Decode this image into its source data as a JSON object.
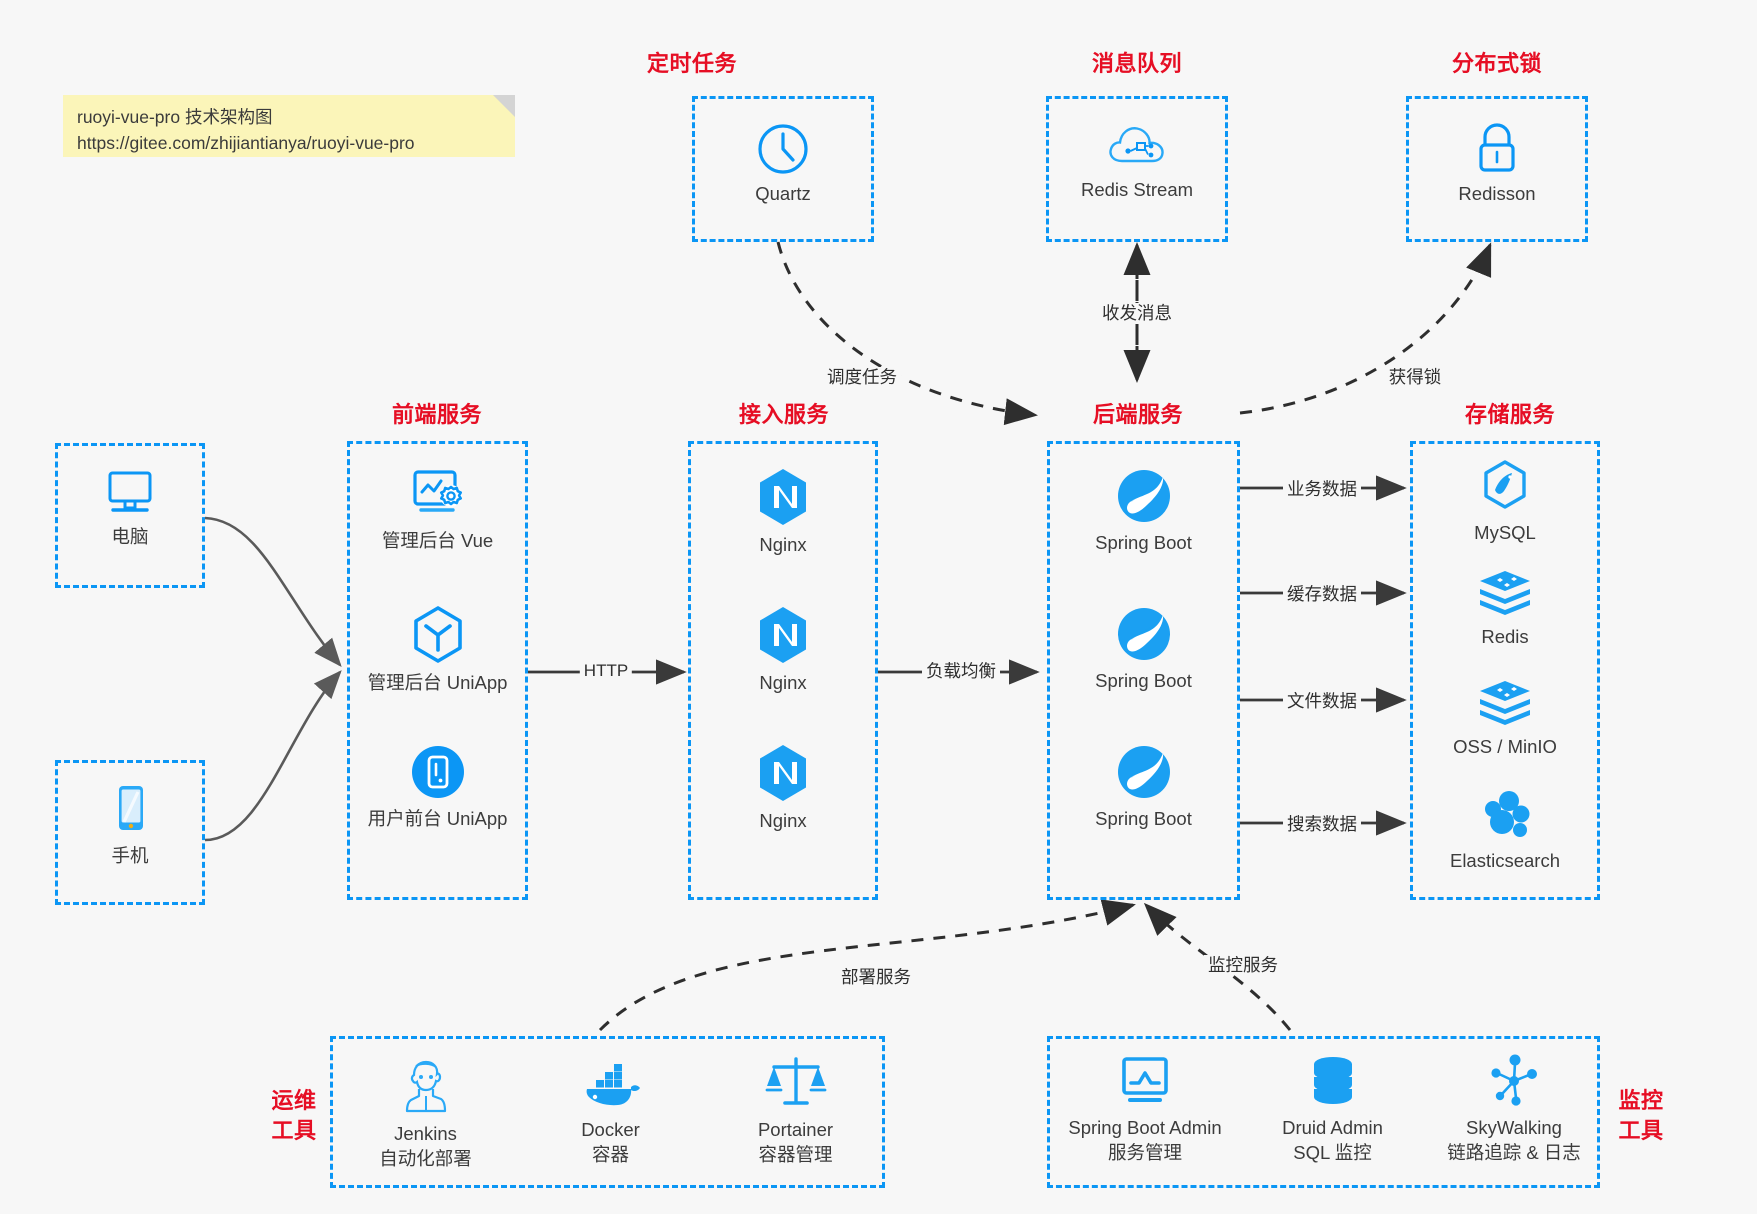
{
  "note": {
    "line1": "ruoyi-vue-pro 技术架构图",
    "line2": "https://gitee.com/zhijiantianya/ruoyi-vue-pro"
  },
  "colors": {
    "box_border": "#0b96f5",
    "group_title": "#e60e24",
    "icon_blue": "#0b96f5",
    "background": "#f7f7f7",
    "note_bg": "#fbf5b9",
    "edge": "#3a3a3a"
  },
  "groups": {
    "scheduler": {
      "title": "定时任务",
      "nodes": [
        {
          "label": "Quartz",
          "icon": "clock-icon"
        }
      ]
    },
    "message_queue": {
      "title": "消息队列",
      "nodes": [
        {
          "label": "Redis Stream",
          "icon": "cloud-stream-icon"
        }
      ]
    },
    "distributed_lock": {
      "title": "分布式锁",
      "nodes": [
        {
          "label": "Redisson",
          "icon": "lock-icon"
        }
      ]
    },
    "client_pc": {
      "nodes": [
        {
          "label": "电脑",
          "icon": "desktop-icon"
        }
      ]
    },
    "client_mobile": {
      "nodes": [
        {
          "label": "手机",
          "icon": "phone-icon"
        }
      ]
    },
    "frontend": {
      "title": "前端服务",
      "nodes": [
        {
          "label": "管理后台 Vue",
          "icon": "dashboard-gear-icon"
        },
        {
          "label": "管理后台 UniApp",
          "icon": "cube-icon"
        },
        {
          "label": "用户前台 UniApp",
          "icon": "mobile-circle-icon"
        }
      ]
    },
    "gateway": {
      "title": "接入服务",
      "nodes": [
        {
          "label": "Nginx",
          "icon": "nginx-icon"
        },
        {
          "label": "Nginx",
          "icon": "nginx-icon"
        },
        {
          "label": "Nginx",
          "icon": "nginx-icon"
        }
      ]
    },
    "backend": {
      "title": "后端服务",
      "nodes": [
        {
          "label": "Spring Boot",
          "icon": "spring-boot-icon"
        },
        {
          "label": "Spring Boot",
          "icon": "spring-boot-icon"
        },
        {
          "label": "Spring Boot",
          "icon": "spring-boot-icon"
        }
      ]
    },
    "storage": {
      "title": "存储服务",
      "nodes": [
        {
          "label": "MySQL",
          "icon": "mysql-icon"
        },
        {
          "label": "Redis",
          "icon": "redis-icon"
        },
        {
          "label": "OSS / MinIO",
          "icon": "oss-icon"
        },
        {
          "label": "Elasticsearch",
          "icon": "elasticsearch-icon"
        }
      ]
    },
    "devops": {
      "title": "运维\n工具",
      "title_line1": "运维",
      "title_line2": "工具",
      "nodes": [
        {
          "label": "Jenkins",
          "sub": "自动化部署",
          "icon": "jenkins-icon"
        },
        {
          "label": "Docker",
          "sub": "容器",
          "icon": "docker-icon"
        },
        {
          "label": "Portainer",
          "sub": "容器管理",
          "icon": "scales-icon"
        }
      ]
    },
    "monitoring": {
      "title_line1": "监控",
      "title_line2": "工具",
      "nodes": [
        {
          "label": "Spring Boot Admin",
          "sub": "服务管理",
          "icon": "monitor-chart-icon"
        },
        {
          "label": "Druid Admin",
          "sub": "SQL 监控",
          "icon": "database-icon"
        },
        {
          "label": "SkyWalking",
          "sub": "链路追踪 & 日志",
          "icon": "skywalking-icon"
        }
      ]
    }
  },
  "edges": [
    {
      "id": "http",
      "label": "HTTP"
    },
    {
      "id": "load-balance",
      "label": "负载均衡"
    },
    {
      "id": "schedule-task",
      "label": "调度任务"
    },
    {
      "id": "send-receive-message",
      "label": "收发消息"
    },
    {
      "id": "acquire-lock",
      "label": "获得锁"
    },
    {
      "id": "business-data",
      "label": "业务数据"
    },
    {
      "id": "cache-data",
      "label": "缓存数据"
    },
    {
      "id": "file-data",
      "label": "文件数据"
    },
    {
      "id": "search-data",
      "label": "搜索数据"
    },
    {
      "id": "deploy-service",
      "label": "部署服务"
    },
    {
      "id": "monitor-service",
      "label": "监控服务"
    }
  ]
}
